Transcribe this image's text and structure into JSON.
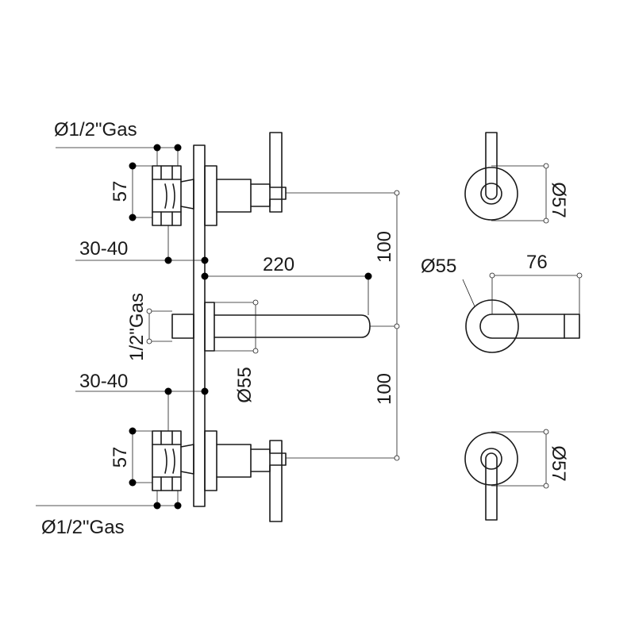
{
  "dimensions": {
    "gas_top": "Ø1/2\"Gas",
    "valve_length_top": "57",
    "depth_range_top": "30-40",
    "spout_length": "220",
    "spout_gas": "1/2\"Gas",
    "spout_plate_dia": "Ø55",
    "depth_range_bottom": "30-40",
    "valve_length_bottom": "57",
    "gas_bottom": "Ø1/2\"Gas",
    "spacing_upper": "100",
    "spacing_lower": "100",
    "front_plate_dia_top": "Ø57",
    "front_spout_plate_dia": "Ø55",
    "front_spout_length": "76",
    "front_plate_dia_bottom": "Ø57"
  }
}
